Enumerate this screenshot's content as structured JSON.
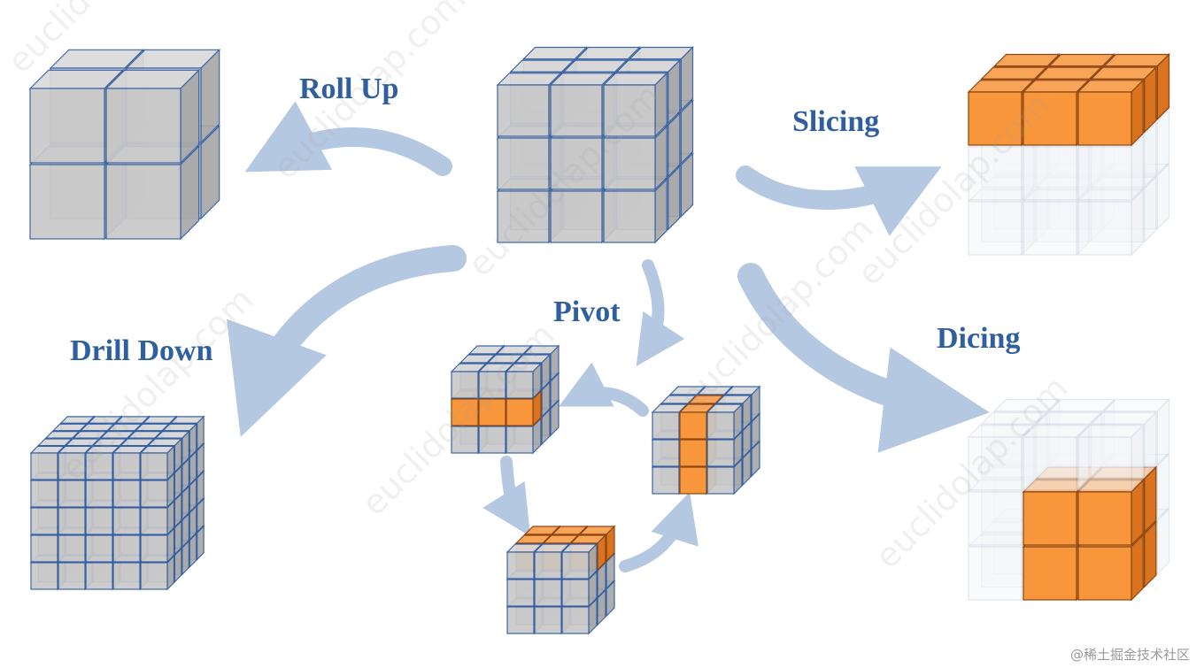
{
  "labels": {
    "roll_up": "Roll Up",
    "slicing": "Slicing",
    "drill_down": "Drill Down",
    "pivot": "Pivot",
    "dicing": "Dicing"
  },
  "watermark": "euclidolap.com",
  "credit": "@稀土掘金技术社区",
  "colors": {
    "label_text": "#2f5f9f",
    "arrow": "#b5c8e1",
    "cube_face": "#c9c9c9",
    "cube_top": "#dadada",
    "cube_side": "#a8a8a8",
    "cube_edge": "#2d5aa0",
    "highlight_face": "#f7963a",
    "highlight_top": "#f8a55a",
    "highlight_side": "#d9731f",
    "highlight_edge": "#8a4510",
    "faded_edge": "#c9d3df"
  },
  "cubes": [
    {
      "id": "source",
      "grid": 3,
      "highlight": "none"
    },
    {
      "id": "roll_up",
      "grid": 2,
      "highlight": "none"
    },
    {
      "id": "slicing",
      "grid": 3,
      "highlight": "slice"
    },
    {
      "id": "drill_down",
      "grid": 5,
      "highlight": "none"
    },
    {
      "id": "dicing",
      "grid": 3,
      "highlight": "dice"
    },
    {
      "id": "pivot_a",
      "grid": 3,
      "highlight": "row"
    },
    {
      "id": "pivot_b",
      "grid": 3,
      "highlight": "column"
    },
    {
      "id": "pivot_c",
      "grid": 3,
      "highlight": "top"
    }
  ]
}
